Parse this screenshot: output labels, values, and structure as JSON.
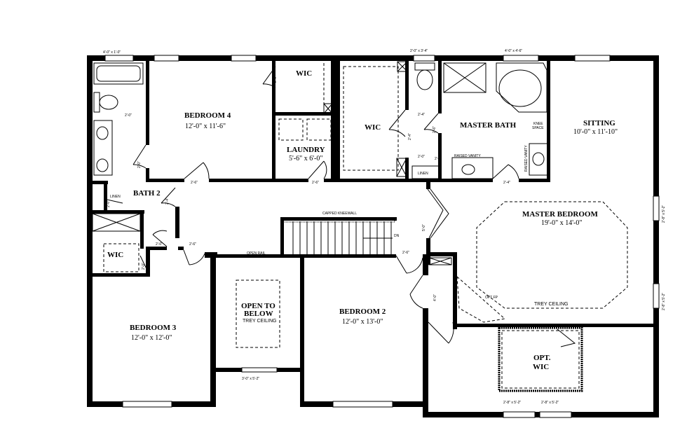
{
  "rooms": {
    "bedroom4": {
      "name": "BEDROOM 4",
      "dim": "12'-0\" x 11'-6\""
    },
    "laundry": {
      "name": "LAUNDRY",
      "dim": "5'-6\" x 6'-0\""
    },
    "wic_upper": {
      "name": "WIC"
    },
    "wic_center": {
      "name": "WIC"
    },
    "master_bath": {
      "name": "MASTER BATH"
    },
    "sitting": {
      "name": "SITTING",
      "dim": "10'-0\" x  11'-10\""
    },
    "bath2": {
      "name": "BATH 2"
    },
    "linen_left": {
      "name": "LINEN"
    },
    "linen_master": {
      "name": "LINEN"
    },
    "wic_left": {
      "name": "WIC"
    },
    "master_bedroom": {
      "name": "MASTER BEDROOM",
      "dim": "19'-0\" x  14'-0\""
    },
    "open_to_below": {
      "name_line1": "OPEN TO",
      "name_line2": "BELOW",
      "note": "TREY CEILING"
    },
    "bedroom2": {
      "name": "BEDROOM 2",
      "dim": "12'-0\" x 13'-0\""
    },
    "bedroom3": {
      "name": "BEDROOM 3",
      "dim": "12'-0\" x 12'-0\""
    },
    "opt_wic": {
      "name_line1": "OPT.",
      "name_line2": "WIC"
    }
  },
  "notes": {
    "capped_kneewall": "CAPPED KNEEWALL",
    "open_rail": "OPEN RAIL",
    "dn": "DN",
    "trey_ceiling": "TREY CEILING",
    "opt_fp": "OPT FP",
    "raised_vanity_1": "RAISED VANITY",
    "raised_vanity_2": "RAISED VANITY",
    "knee_space_1": "KNEE",
    "knee_space_2": "SPACE"
  },
  "window_sizes": {
    "top_left": "4'-0\" x 1'-0\"",
    "top_center": "2'-0\" x 3'-4\"",
    "top_right": "4'-0\" x 4'-6\"",
    "right_upper": "2'-8\" x 5'-2\"",
    "right_lower": "2'-8\" x 5'-2\"",
    "bottom_open": "3'-0\" x 5'-2\"",
    "bottom_wic_1": "2'-8\" x 5'-2\"",
    "bottom_wic_2": "2'-8\" x 5'-2\""
  },
  "door_sizes": {
    "d1": "2'-0\"",
    "d2": "2'-0\"",
    "d3": "2'-6\"",
    "d4": "2'-4\"",
    "d5": "2'-6\"",
    "d6": "2'-0\"",
    "d7": "2'-6\"",
    "d8": "2'-0\"",
    "d9": "2'-4\"",
    "d10": "2'-4\"",
    "d11": "2'-0\"",
    "d12": "2'-4\"",
    "d13": "5'-0\"",
    "d14": "2'-6\"",
    "d15": "4'-0\"",
    "d16": "2'-0\"",
    "d17": "2'-0\"",
    "d18": "2'-6\"",
    "d19": "2'-0\""
  }
}
